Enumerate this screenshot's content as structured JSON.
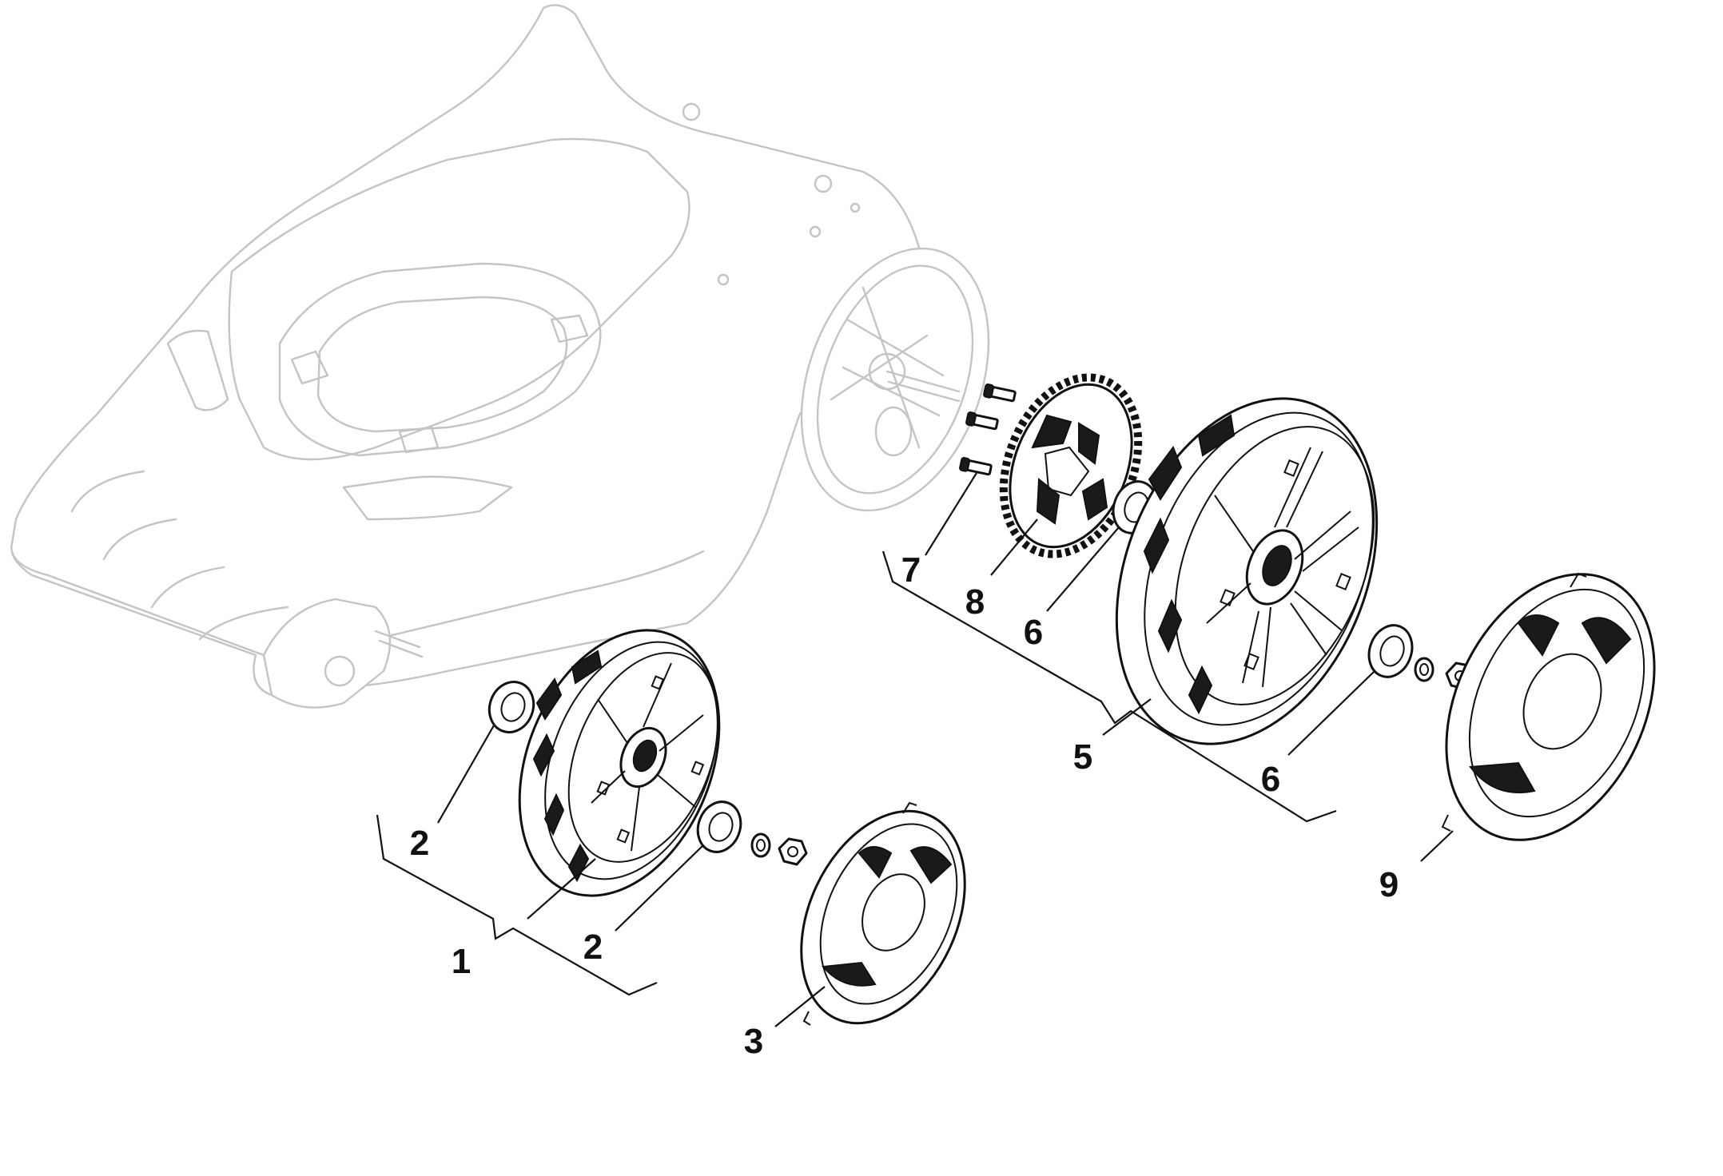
{
  "callouts": [
    {
      "id": "1",
      "label": "1"
    },
    {
      "id": "2a",
      "label": "2"
    },
    {
      "id": "2b",
      "label": "2"
    },
    {
      "id": "3",
      "label": "3"
    },
    {
      "id": "5",
      "label": "5"
    },
    {
      "id": "6a",
      "label": "6"
    },
    {
      "id": "6b",
      "label": "6"
    },
    {
      "id": "7",
      "label": "7"
    },
    {
      "id": "8",
      "label": "8"
    },
    {
      "id": "9",
      "label": "9"
    }
  ],
  "colors": {
    "deck_outline": "#c4c4c4",
    "part_outline": "#111111",
    "background": "#ffffff"
  }
}
